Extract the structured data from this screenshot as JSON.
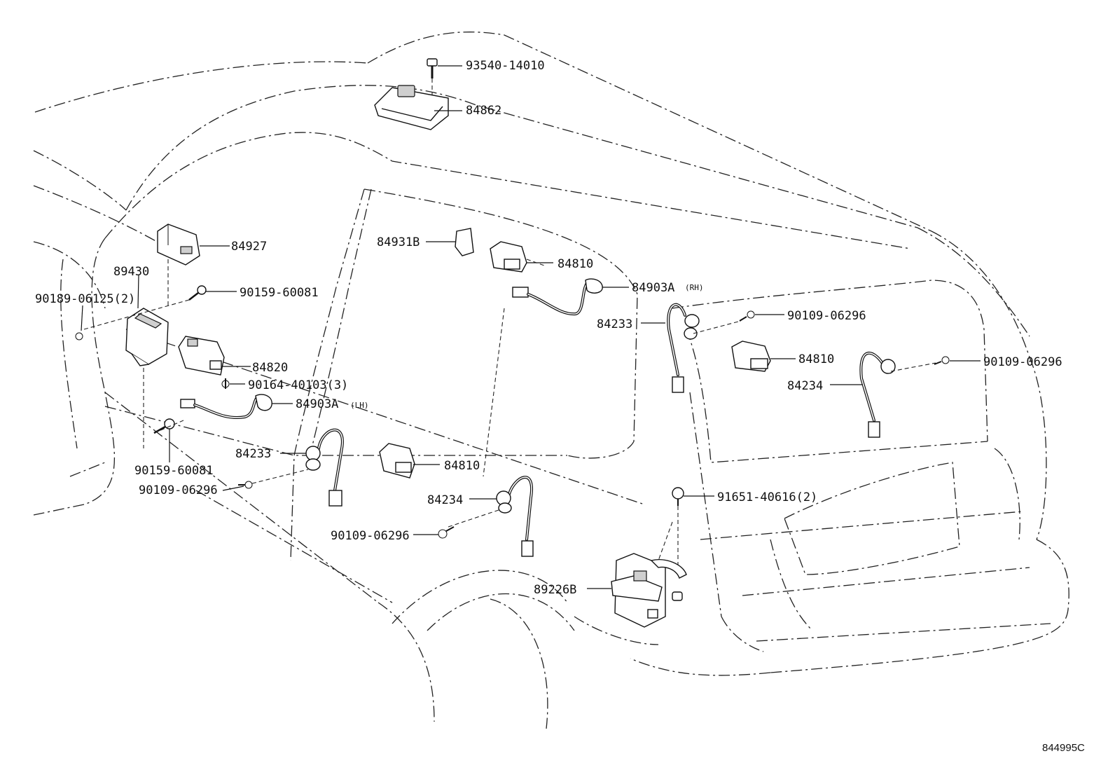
{
  "figure_code": "844995C",
  "callouts": {
    "c93540": "93540-14010",
    "c84862": "84862",
    "c84927": "84927",
    "c89430": "89430",
    "c90189": "90189-06125(2)",
    "c90159a": "90159-60081",
    "c84820": "84820",
    "c90164": "90164-40103(3)",
    "c84903lh": "84903A",
    "c84903lh_side": "(LH)",
    "c90159b": "90159-60081",
    "c84233l": "84233",
    "c90109a": "90109-06296",
    "c84931b": "84931B",
    "c84810a": "84810",
    "c84903rh": "84903A",
    "c84903rh_side": "(RH)",
    "c84233r": "84233",
    "c90109b": "90109-06296",
    "c84810b": "84810",
    "c90109c": "90109-06296",
    "c84234r": "84234",
    "c84810c": "84810",
    "c84234l": "84234",
    "c90109d": "90109-06296",
    "c91651": "91651-40616(2)",
    "c89226b": "89226B"
  }
}
